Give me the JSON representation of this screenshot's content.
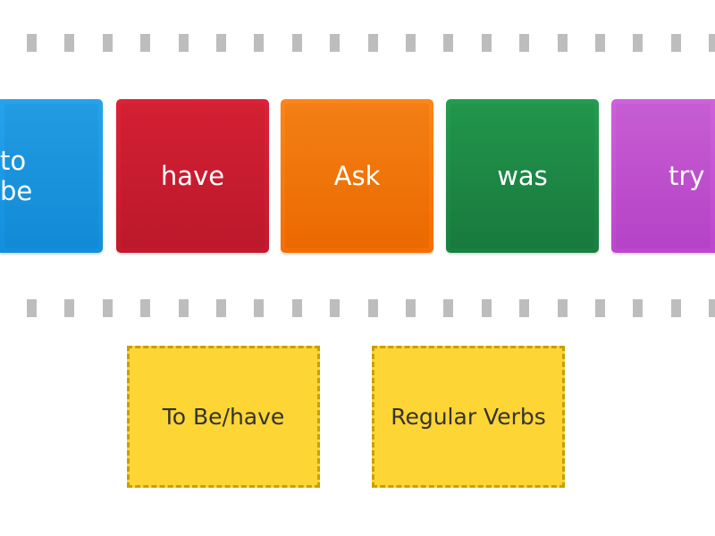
{
  "tiles": [
    {
      "label": "to be",
      "color": "#1a9ae6"
    },
    {
      "label": "have",
      "color": "#d41f32"
    },
    {
      "label": "Ask",
      "color": "#fb7a0c"
    },
    {
      "label": "was",
      "color": "#1f8f48"
    },
    {
      "label": "try",
      "color": "#c653d6"
    }
  ],
  "targets": [
    {
      "label": "To Be/have",
      "color": "#fdd535"
    },
    {
      "label": "Regular Verbs",
      "color": "#fdd535"
    }
  ]
}
